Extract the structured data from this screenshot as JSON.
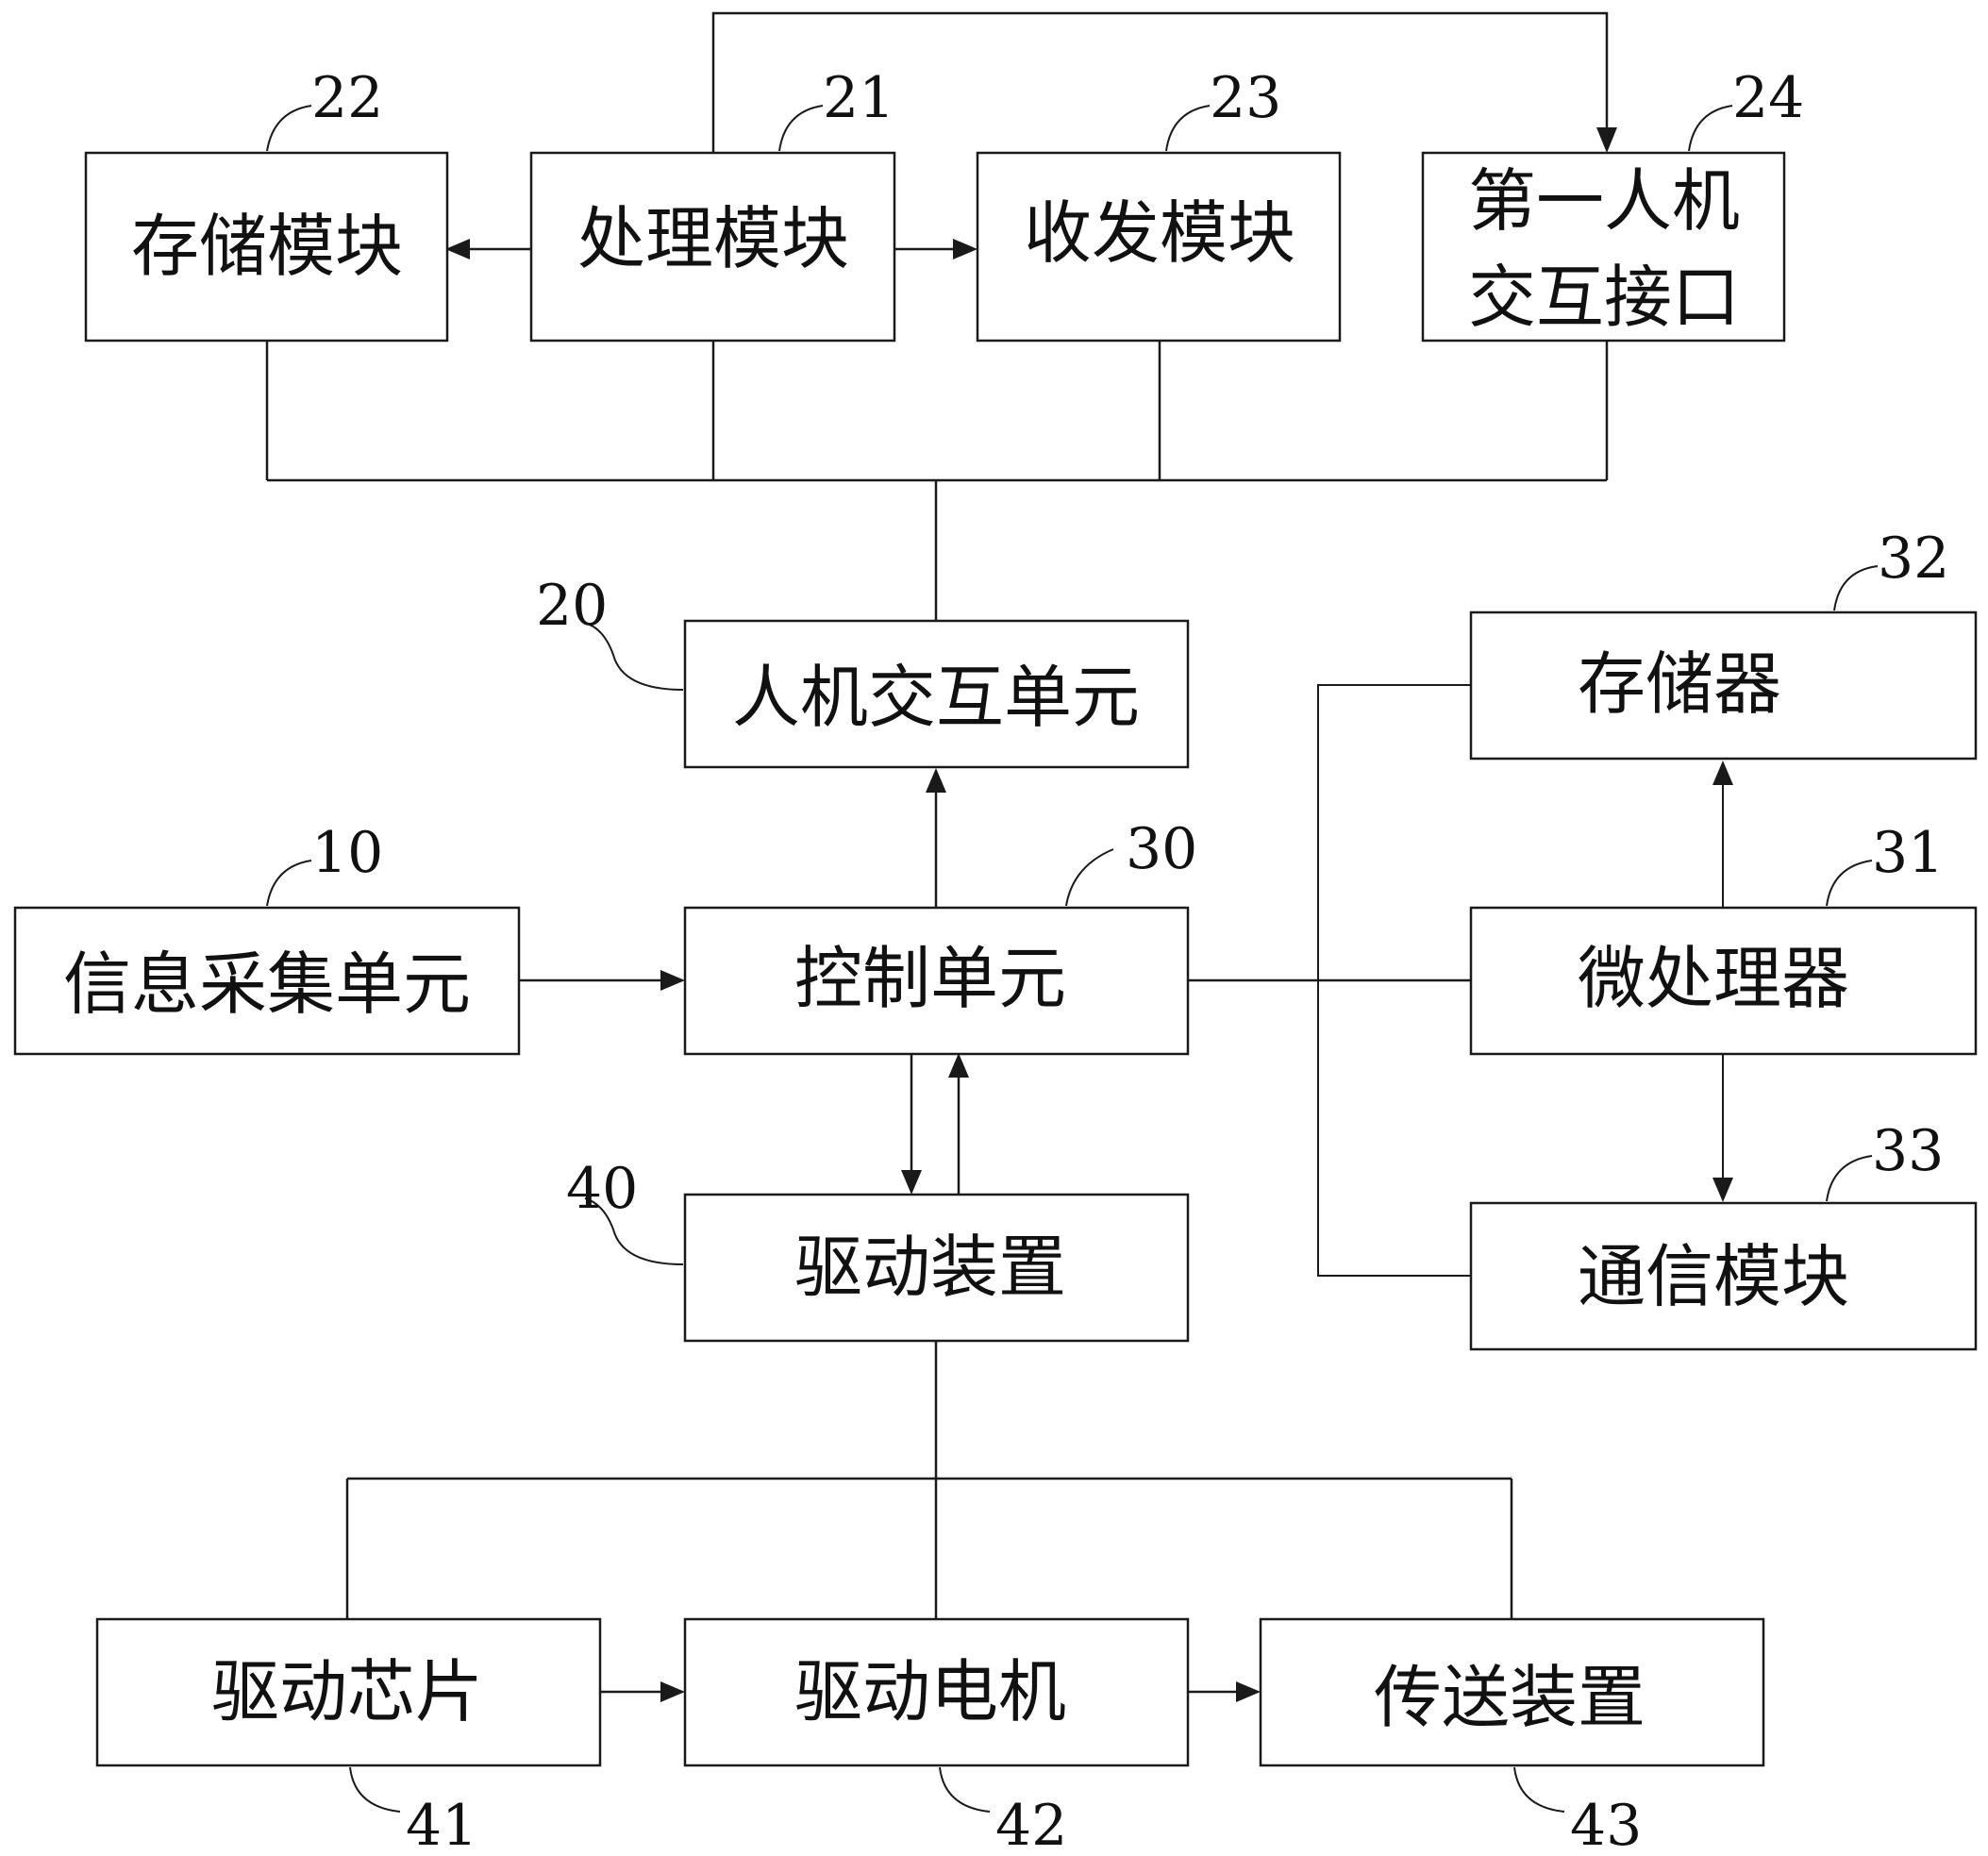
{
  "blocks": {
    "storage_module": "存储模块",
    "processing_module": "处理模块",
    "transceiver_module": "收发模块",
    "hmi_interface_line1": "第一人机",
    "hmi_interface_line2": "交互接口",
    "hmi_unit": "人机交互单元",
    "info_collection_unit": "信息采集单元",
    "control_unit": "控制单元",
    "memory": "存储器",
    "microprocessor": "微处理器",
    "comm_module": "通信模块",
    "drive_device": "驱动装置",
    "drive_chip": "驱动芯片",
    "drive_motor": "驱动电机",
    "transfer_device": "传送装置"
  },
  "refs": {
    "r22": "22",
    "r21": "21",
    "r23": "23",
    "r24": "24",
    "r20": "20",
    "r32": "32",
    "r10": "10",
    "r30": "30",
    "r31": "31",
    "r40": "40",
    "r33": "33",
    "r41": "41",
    "r42": "42",
    "r43": "43"
  }
}
